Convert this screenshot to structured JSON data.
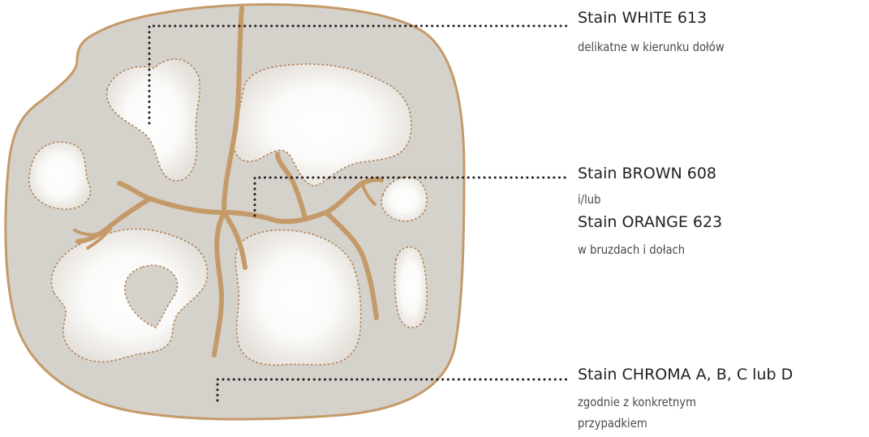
{
  "callouts": [
    {
      "title": "Stain WHITE 613",
      "note": "delikatne w kierunku dołów"
    },
    {
      "title": "Stain BROWN 608",
      "note": "i/lub",
      "title2": "Stain ORANGE 623",
      "note2": "w bruzdach i dołach"
    },
    {
      "title": "Stain CHROMA A, B, C lub D",
      "note": "zgodnie z konkretnym",
      "note_line2": "przypadkiem"
    }
  ],
  "colors": {
    "tooth_fill": "#d5d1cb",
    "tooth_outline": "#c59a69",
    "fissure": "#c59a69",
    "highlight": "#ffffff",
    "leader": "#231f20",
    "title_text": "#231f20",
    "note_text": "#4a4a4a"
  }
}
